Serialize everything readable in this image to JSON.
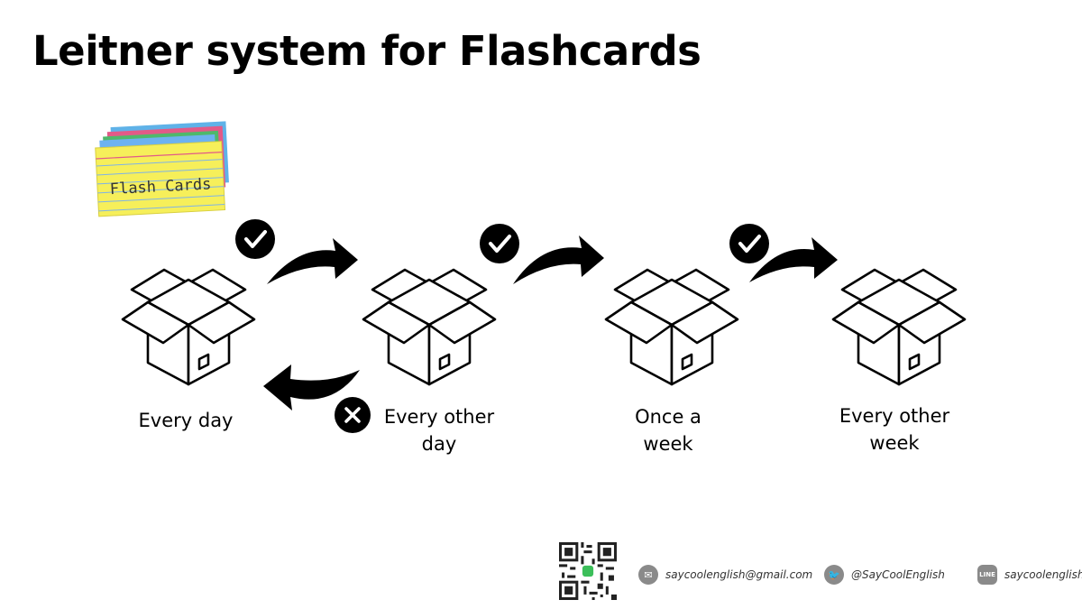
{
  "title": "Leitner system for Flashcards",
  "flashcards_image_text": "Flash Cards",
  "boxes": [
    {
      "label_line1": "Every day",
      "label_line2": ""
    },
    {
      "label_line1": "Every other",
      "label_line2": "day"
    },
    {
      "label_line1": "Once a",
      "label_line2": "week"
    },
    {
      "label_line1": "Every other",
      "label_line2": "week"
    }
  ],
  "footer": {
    "email": "saycoolenglish@gmail.com",
    "twitter": "@SayCoolEnglish",
    "line": "saycoolenglish",
    "line_icon_text": "LINE"
  },
  "colors": {
    "ink": "#000000",
    "card_yellow": "#f6ef5a",
    "card_lines": "#7fb3e6",
    "card_colors": [
      "#5fb2e8",
      "#e25a88",
      "#4fb86b",
      "#6db2f0"
    ]
  }
}
